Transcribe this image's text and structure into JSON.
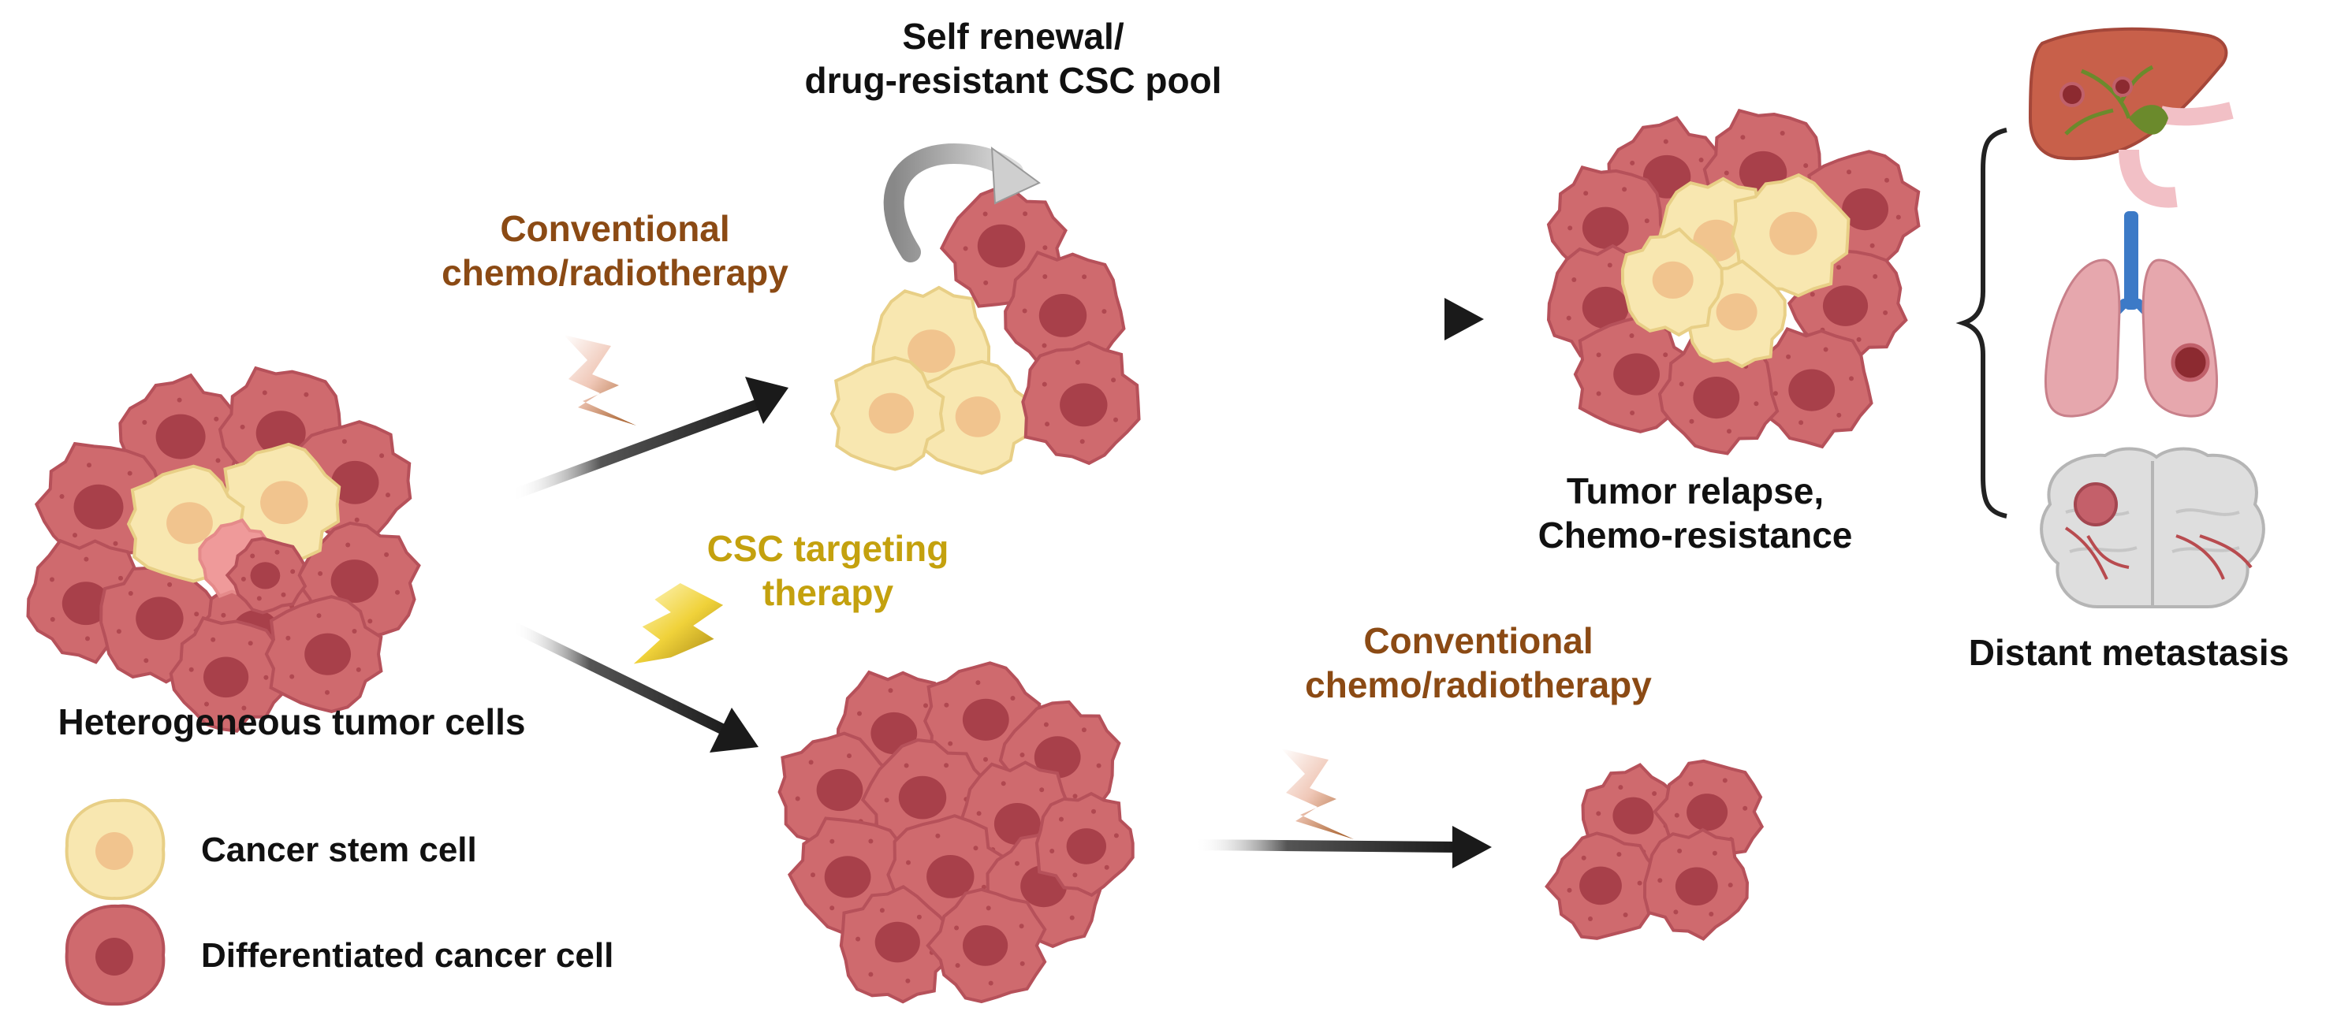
{
  "labels": {
    "self_renewal_line1": "Self renewal/",
    "self_renewal_line2": "drug-resistant CSC pool",
    "conventional_top_line1": "Conventional",
    "conventional_top_line2": "chemo/radiotherapy",
    "csc_targeting_line1": "CSC targeting",
    "csc_targeting_line2": "therapy",
    "conventional_bottom_line1": "Conventional",
    "conventional_bottom_line2": "chemo/radiotherapy",
    "heterogeneous": "Heterogeneous tumor cells",
    "relapse_line1": "Tumor relapse,",
    "relapse_line2": "Chemo-resistance",
    "distant_metastasis": "Distant metastasis"
  },
  "legend": {
    "items": [
      {
        "label": "Cancer stem cell",
        "fill": "#f8e7b0",
        "nucleus": "#f1c48e"
      },
      {
        "label": "Differentiated cancer cell",
        "fill": "#cf6a6e",
        "nucleus": "#a8404a"
      }
    ]
  },
  "colors": {
    "stem_fill": "#f8e7b0",
    "stem_edge": "#e8cf86",
    "stem_nucleus": "#f1c48e",
    "diff_fill": "#cf6a6e",
    "diff_edge": "#b6515a",
    "diff_nucleus": "#a8404a",
    "pink_cell": "#ef9a9a",
    "arrow": "#1a1a1a",
    "conventional_text": "#8b4a14",
    "csc_text": "#c4a10e"
  },
  "icons": [
    "lightning-bolt-icon",
    "liver-icon",
    "lungs-icon",
    "brain-icon",
    "curved-arrow-icon",
    "bracket-icon"
  ]
}
